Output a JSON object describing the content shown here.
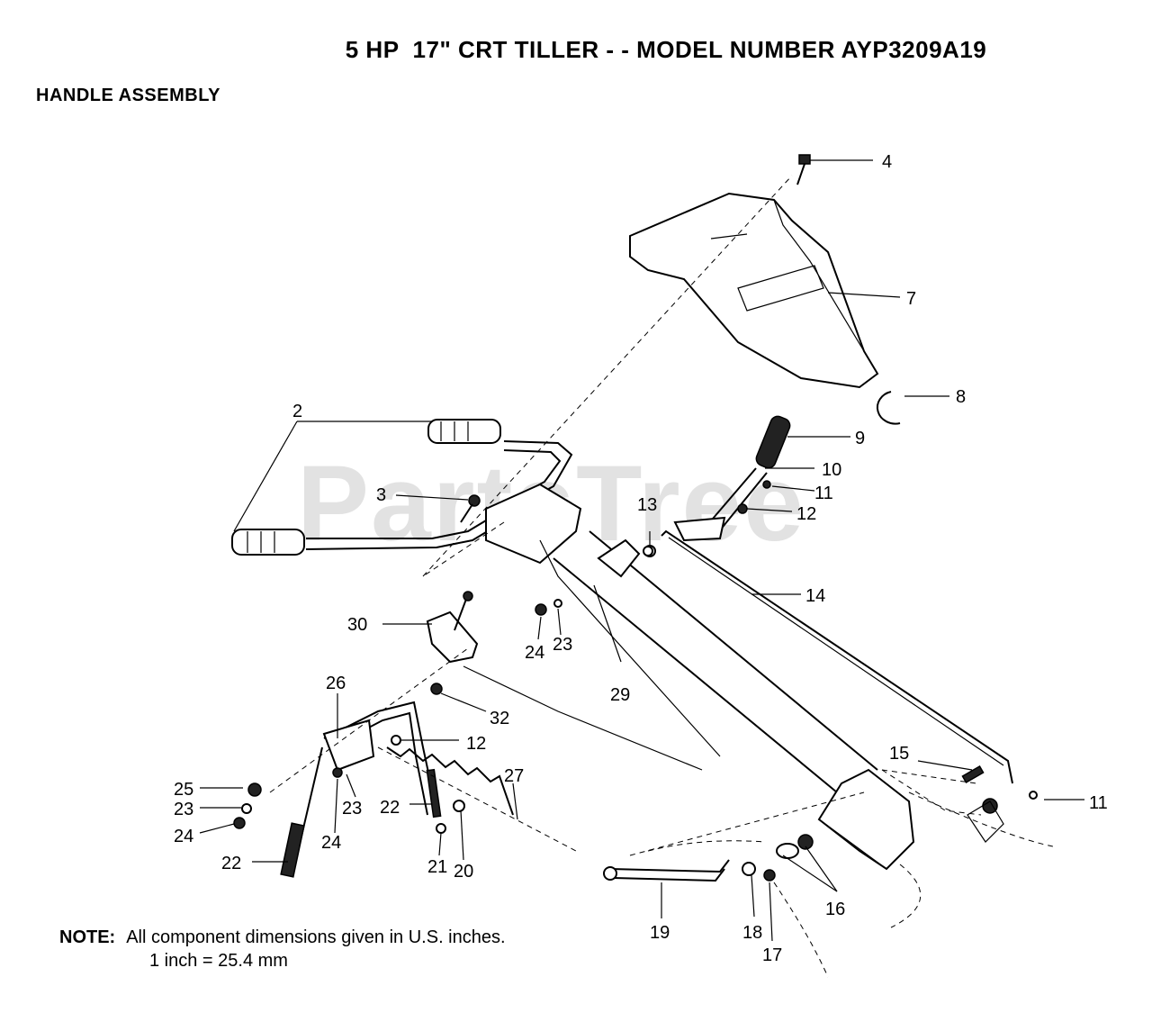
{
  "header": {
    "title": "5 HP  17\" CRT TILLER - - MODEL NUMBER AYP3209A19",
    "section": "HANDLE ASSEMBLY"
  },
  "watermark": "PartsTree",
  "note": {
    "label": "NOTE:",
    "line1": "All component dimensions given in U.S. inches.",
    "line2": "1 inch = 25.4 mm"
  },
  "callouts": {
    "c2": "2",
    "c3": "3",
    "c4": "4",
    "c7": "7",
    "c8": "8",
    "c9": "9",
    "c10": "10",
    "c11a": "11",
    "c11b": "11",
    "c12a": "12",
    "c12b": "12",
    "c13": "13",
    "c14": "14",
    "c15": "15",
    "c16": "16",
    "c17": "17",
    "c18": "18",
    "c19": "19",
    "c20": "20",
    "c21": "21",
    "c22a": "22",
    "c22b": "22",
    "c23a": "23",
    "c23b": "23",
    "c23c": "23",
    "c24a": "24",
    "c24b": "24",
    "c24c": "24",
    "c25": "25",
    "c26": "26",
    "c27": "27",
    "c29": "29",
    "c30": "30",
    "c32": "32"
  }
}
